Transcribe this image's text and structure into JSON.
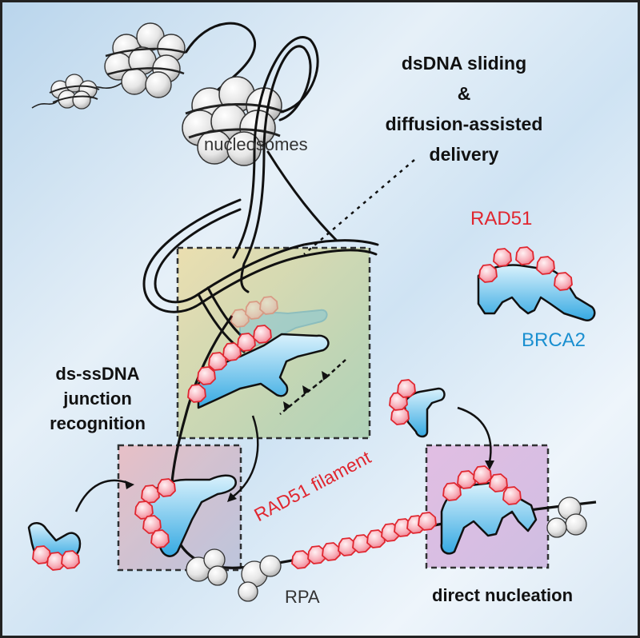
{
  "title": {
    "line1": "dsDNA sliding",
    "line2": "&",
    "line3": "diffusion-assisted",
    "line4": "delivery"
  },
  "labels": {
    "nucleosomes": "nucleosomes",
    "rad51": "RAD51",
    "brca2": "BRCA2",
    "junction_line1": "ds-ssDNA",
    "junction_line2": "junction",
    "junction_line3": "recognition",
    "filament": "RAD51 filament",
    "rpa": "RPA",
    "direct_nucleation": "direct nucleation"
  },
  "colors": {
    "rad51_red": "#e0262f",
    "rad51_fill": "#f7a9b3",
    "brca2_blue": "#1a8fd0",
    "brca2_fill": "#5bbbe9",
    "dna_black": "#111111",
    "nucleosome_grey": "#d9d9d9",
    "box_yellow": "#e8dcae",
    "box_pink": "#e7c3c7",
    "box_purple": "#dcb8df"
  }
}
